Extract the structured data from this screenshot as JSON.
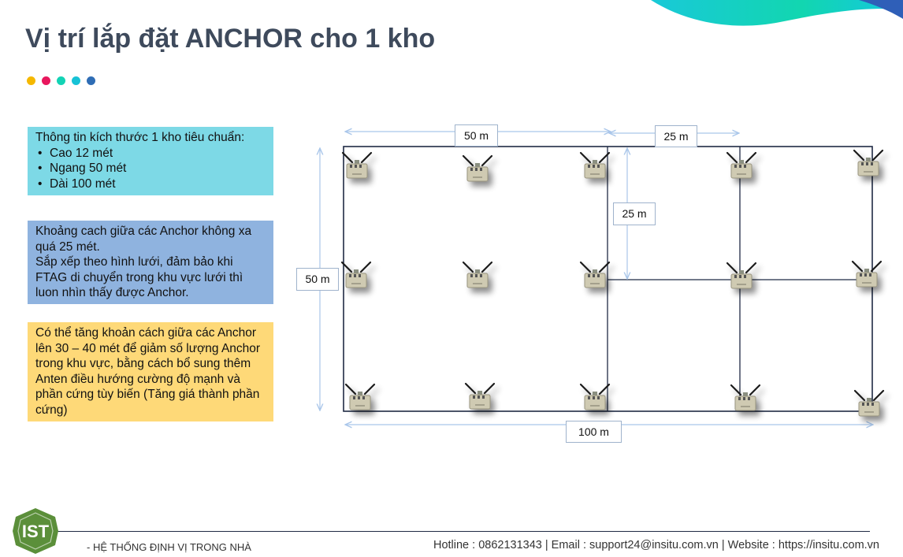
{
  "title": "Vị trí lắp đặt ANCHOR cho 1 kho",
  "colors": {
    "title": "#3e4a5c",
    "dots": [
      "#f5b800",
      "#e8175d",
      "#13d3b5",
      "#17c2d6",
      "#2f6db5"
    ],
    "box_info": "#7dd9e6",
    "box_spacing": "#8fb3df",
    "box_extend": "#fed978",
    "grid": "#1f2a44",
    "dimension_arrow": "#a9c6ea",
    "logo": "#5b8f3a"
  },
  "info_box": {
    "heading": "Thông tin kích thước 1 kho tiêu chuẩn:",
    "items": [
      "Cao 12 mét",
      "Ngang 50 mét",
      "Dài 100 mét"
    ]
  },
  "spacing_box": {
    "line1": "Khoảng cach giữa các Anchor không xa quá 25 mét.",
    "line2": "Sắp xếp theo hình lưới, đảm bảo khi FTAG di chuyển trong khu vực lưới thì luon nhìn thấy được Anchor."
  },
  "extend_box": {
    "text": "Có thể tăng khoản cách giữa các Anchor lên 30 – 40 mét để giảm số lượng Anchor trong khu vực, bằng cách bổ sung thêm Anten điều hướng cường độ mạnh và phần cứng tùy biến (Tăng giá thành phần cứng)"
  },
  "dimensions": {
    "top_left": "50 m",
    "top_right": "25 m",
    "inner_vertical": "25 m",
    "left_vertical": "50 m",
    "bottom": "100 m"
  },
  "warehouse": {
    "length_m": 100,
    "width_m": 50,
    "grid_spacing_m": 25,
    "anchor_count": 15,
    "anchor_icon": "anchor-device-icon"
  },
  "logo": {
    "text": "IST"
  },
  "footer": {
    "tagline": "- HỆ THỐNG ĐỊNH VỊ TRONG NHÀ",
    "contact": "Hotline : 0862131343  | Email : support24@insitu.com.vn | Website : https://insitu.com.vn"
  }
}
